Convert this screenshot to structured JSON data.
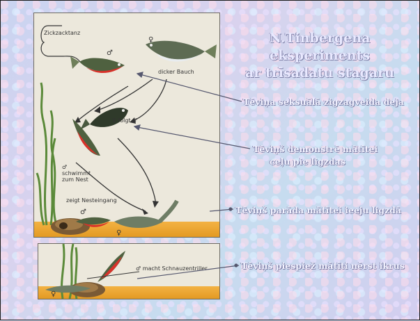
{
  "slide": {
    "title_line1": "N.Tinbergena eksperiments",
    "title_line2": "ar trīsadatu stagaru",
    "captions": [
      "Tēviņa seksuālā zigzagveida deja",
      "Tēviņš demonstrē mātītei",
      "ceļu pie ligzdas",
      "Tēviņš parāda mātītei ieeju ligzdā",
      "Tēviņš piespiež mātīti nērst ikrus"
    ]
  },
  "figure": {
    "labels": {
      "zickzacktanz": "Zickzacktanz",
      "dicker_bauch": "dicker Bauch",
      "folgt": "♀ folgt ♂",
      "schwimmt": "♂\nschwimmt\nzum Nest",
      "zeigt": "zeigt Nesteingang",
      "sym_male_1": "♂",
      "sym_female_1": "♀",
      "sym_male_2": "♂",
      "sym_female_2": "♀",
      "schnauzentriller": "♂ macht Schnauzentriller",
      "sym_female_3": "♀"
    }
  },
  "colors": {
    "caption_text": "#f2f2ff",
    "sand": "#eda533",
    "panel_bg": "#ece8dc",
    "male_red": "#d8322a",
    "fish_body": "#4f6140"
  }
}
